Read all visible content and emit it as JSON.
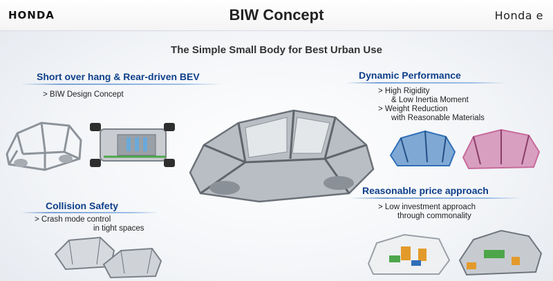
{
  "header": {
    "brand_logo": "HONDA",
    "title": "BIW Concept",
    "model_logo": "Honda e"
  },
  "subtitle": "The Simple Small Body for Best Urban Use",
  "sections": {
    "short_overhang": {
      "heading": "Short over hang & Rear-driven BEV",
      "bullets": [
        "> BIW Design Concept"
      ]
    },
    "collision": {
      "heading": "Collision Safety",
      "bullets": [
        "> Crash mode control"
      ],
      "continuation": "in tight spaces"
    },
    "dynamic": {
      "heading": "Dynamic Performance",
      "bullet1": "> High Rigidity",
      "bullet1_cont": "& Low Inertia Moment",
      "bullet2": "> Weight Reduction",
      "bullet2_cont": "with Reasonable Materials"
    },
    "price": {
      "heading": "Reasonable price approach",
      "bullet1": "> Low investment approach",
      "bullet1_cont": "through commonality"
    }
  },
  "colors": {
    "heading": "#0e3f8a",
    "frame": "#8d939a",
    "accent_blue": "#2f6fb8",
    "accent_pink": "#c76a9c",
    "accent_green": "#4ea64a",
    "accent_orange": "#e39a2a"
  }
}
